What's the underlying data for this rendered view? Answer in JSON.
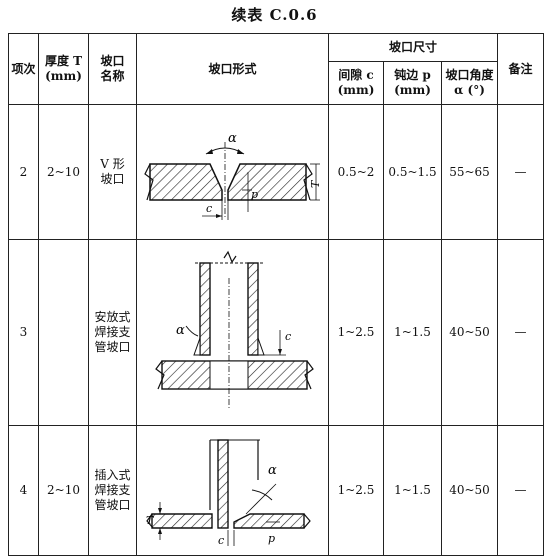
{
  "caption": "续表 C.0.6",
  "headers": {
    "index": "项次",
    "thickness": "厚度 T",
    "thickness_unit": "(mm)",
    "name_line1": "坡口",
    "name_line2": "名称",
    "form": "坡口形式",
    "dims": "坡口尺寸",
    "gap_line1": "间隙 c",
    "gap_line2": "(mm)",
    "blunt_line1": "钝边 p",
    "blunt_line2": "(mm)",
    "angle_line1": "坡口角度",
    "angle_line2": "α (°)",
    "remark": "备注"
  },
  "rows": [
    {
      "index": "2",
      "thickness": "2~10",
      "name": [
        "V 形",
        "坡口"
      ],
      "gap": "0.5~2",
      "blunt": "0.5~1.5",
      "angle": "55~65",
      "remark": "—",
      "labels": {
        "alpha": "α",
        "T": "T",
        "p": "p",
        "c": "c"
      }
    },
    {
      "index": "3",
      "thickness": "",
      "name": [
        "安放式",
        "焊接支",
        "管坡口"
      ],
      "gap": "1~2.5",
      "blunt": "1~1.5",
      "angle": "40~50",
      "remark": "—",
      "labels": {
        "alpha": "α",
        "c": "c"
      }
    },
    {
      "index": "4",
      "thickness": "2~10",
      "name": [
        "插入式",
        "焊接支",
        "管坡口"
      ],
      "gap": "1~2.5",
      "blunt": "1~1.5",
      "angle": "40~50",
      "remark": "—",
      "labels": {
        "alpha": "α",
        "T": "T",
        "c": "c",
        "p": "p"
      }
    }
  ]
}
